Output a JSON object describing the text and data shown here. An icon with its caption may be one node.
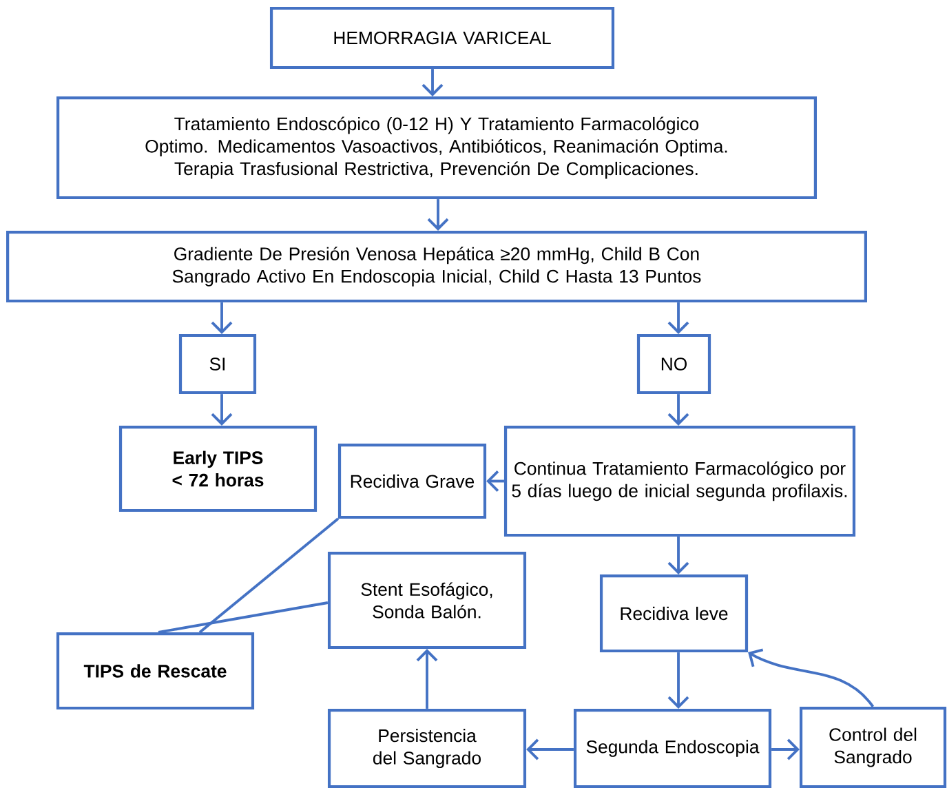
{
  "diagram": {
    "nodes": [
      {
        "text": [
          "HEMORRAGIA VARICEAL"
        ]
      },
      {
        "text": [
          "Tratamiento Endoscópico (0-12 H)  Y Tratamiento Farmacológico Optimo. Medicamentos Vasoactivos, Antibióticos, Reanimación Optima. Terapia Trasfusional Restrictiva, Prevención De Complicaciones."
        ]
      },
      {
        "text": [
          "Gradiente De Presión Venosa Hepática ≥20 mmHg, Child B Con Sangrado Activo En Endoscopia Inicial, Child C Hasta 13 Puntos"
        ]
      },
      {
        "text": [
          "SI"
        ]
      },
      {
        "text": [
          "NO"
        ]
      },
      {
        "text": [
          "Early TIPS < 72 horas"
        ]
      },
      {
        "text": [
          "Recidiva Grave"
        ]
      },
      {
        "text": [
          "Continua Tratamiento Farmacológico por 5 días luego de inicial segunda profilaxis."
        ]
      },
      {
        "text": [
          "Stent Esofágico, Sonda Balón."
        ]
      },
      {
        "text": [
          "Recidiva leve"
        ]
      },
      {
        "text": [
          "TIPS de Rescate"
        ]
      },
      {
        "text": [
          "Persistencia del Sangrado"
        ]
      },
      {
        "text": [
          "Segunda Endoscopia"
        ]
      },
      {
        "text": [
          "Control del Sangrado"
        ]
      }
    ],
    "edges": [
      {
        "from": 0,
        "to": 1,
        "arrow": "to"
      },
      {
        "from": 1,
        "to": 2,
        "arrow": "to"
      },
      {
        "from": 2,
        "to": 3,
        "arrow": "to"
      },
      {
        "from": 2,
        "to": 4,
        "arrow": "to"
      },
      {
        "from": 3,
        "to": 5,
        "arrow": "to"
      },
      {
        "from": 4,
        "to": 7,
        "arrow": "to"
      },
      {
        "from": 7,
        "to": 6,
        "arrow": "to"
      },
      {
        "from": 6,
        "to": 10,
        "arrow": "none"
      },
      {
        "from": 8,
        "to": 10,
        "arrow": "none"
      },
      {
        "from": 7,
        "to": 9,
        "arrow": "to"
      },
      {
        "from": 9,
        "to": 12,
        "arrow": "to"
      },
      {
        "from": 12,
        "to": 11,
        "arrow": "to"
      },
      {
        "from": 12,
        "to": 13,
        "arrow": "to"
      },
      {
        "from": 11,
        "to": 8,
        "arrow": "to"
      },
      {
        "from": 13,
        "to": 9,
        "arrow": "to"
      }
    ]
  }
}
